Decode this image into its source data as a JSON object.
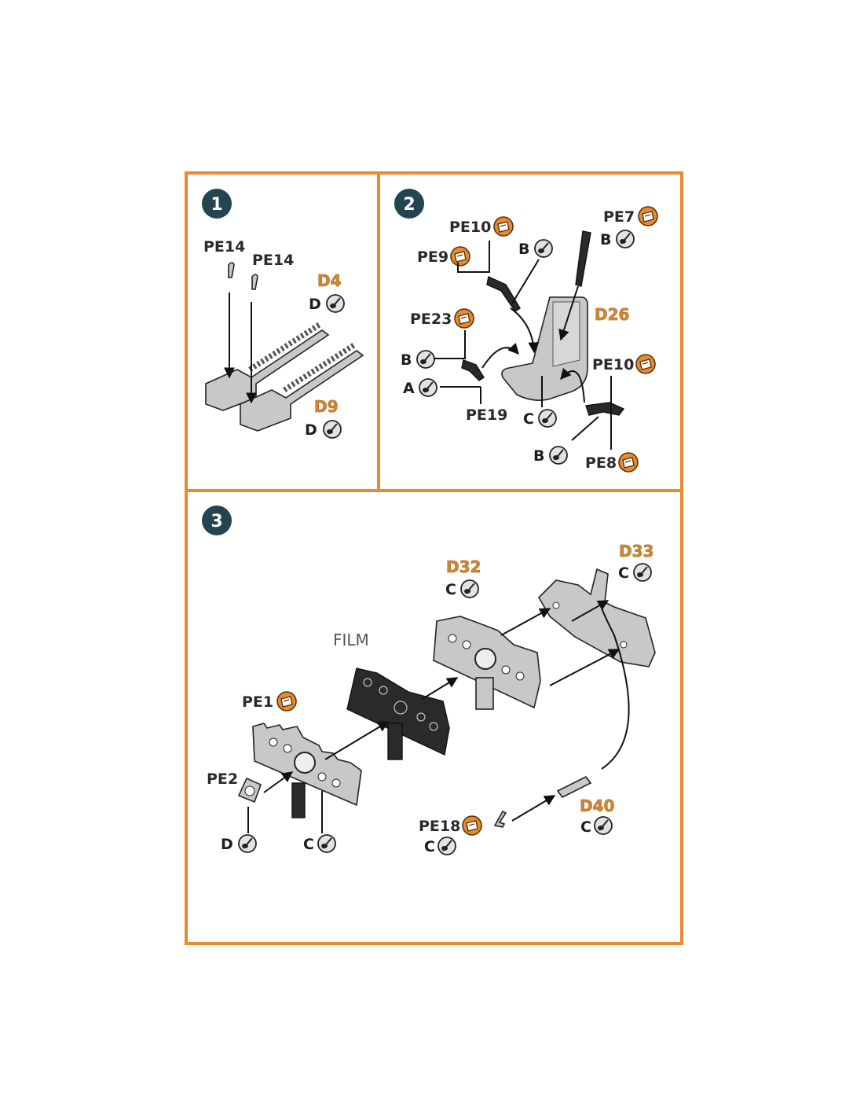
{
  "colors": {
    "frame": "#e88a2e",
    "badge": "#234450",
    "decal_letter": "#d08530"
  },
  "steps": [
    {
      "number": "1",
      "labels": {
        "pe14_a": "PE14",
        "pe14_b": "PE14",
        "d4": "D4",
        "d4_color": "D",
        "d9": "D9",
        "d9_color": "D"
      }
    },
    {
      "number": "2",
      "labels": {
        "pe10_top": "PE10",
        "pe9": "PE9",
        "b_top": "B",
        "pe7": "PE7",
        "pe7_color": "B",
        "d26": "D26",
        "pe23": "PE23",
        "b_left": "B",
        "a_left": "A",
        "pe19": "PE19",
        "c_mid": "C",
        "pe10_right": "PE10",
        "b_bottom": "B",
        "pe8": "PE8"
      }
    },
    {
      "number": "3",
      "labels": {
        "d32": "D32",
        "d32_color": "C",
        "d33": "D33",
        "d33_color": "C",
        "film": "FILM",
        "pe1": "PE1",
        "pe2": "PE2",
        "d_bottom": "D",
        "c_bottom": "C",
        "pe18": "PE18",
        "pe18_color": "C",
        "d40": "D40",
        "d40_color": "C"
      }
    }
  ],
  "icons": {
    "paint": "paint-drop-icon",
    "photo_etch": "photo-etch-icon"
  }
}
